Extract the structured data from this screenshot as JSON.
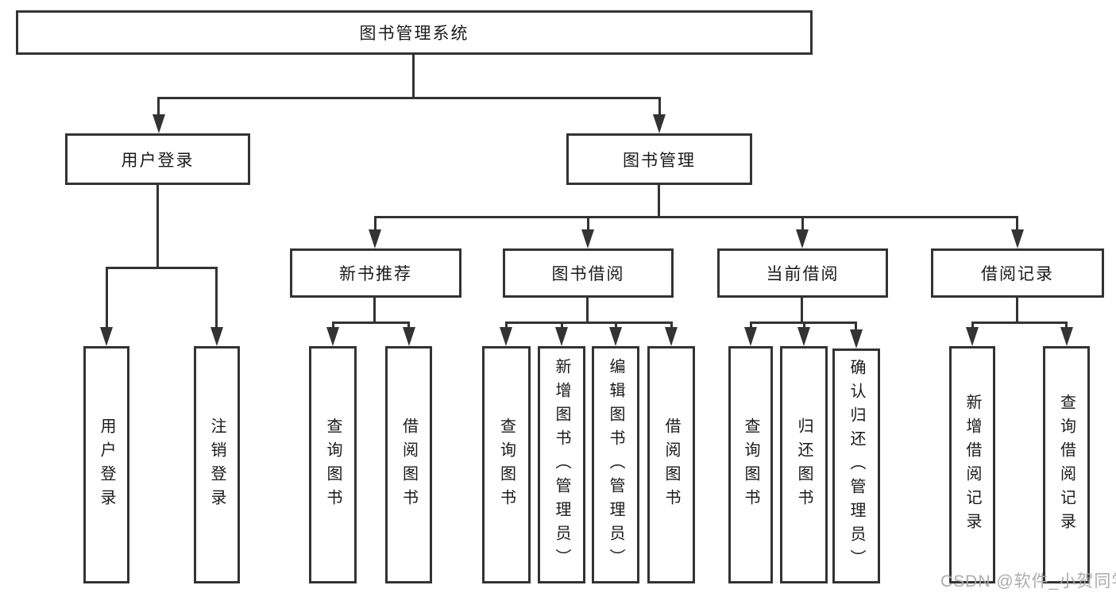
{
  "tree": {
    "root": {
      "label": "图书管理系统"
    },
    "branches": [
      {
        "label": "用户登录",
        "children": [
          "用户登录",
          "注销登录"
        ]
      },
      {
        "label": "图书管理",
        "sections": [
          {
            "label": "新书推荐",
            "children": [
              "查询图书",
              "借阅图书"
            ]
          },
          {
            "label": "图书借阅",
            "children": [
              "查询图书",
              "新增图书（管理员）",
              "编辑图书（管理员）",
              "借阅图书"
            ]
          },
          {
            "label": "当前借阅",
            "children": [
              "查询图书",
              "归还图书",
              "确认归还（管理员）"
            ]
          },
          {
            "label": "借阅记录",
            "children": [
              "新增借阅记录",
              "查询借阅记录"
            ]
          }
        ]
      }
    ]
  },
  "watermark": "CSDN @软件_小贺同学",
  "colors": {
    "line": "#333333",
    "box_fill": "#ffffff",
    "text": "#1a1a1a",
    "watermark": "#a8a8a8"
  }
}
